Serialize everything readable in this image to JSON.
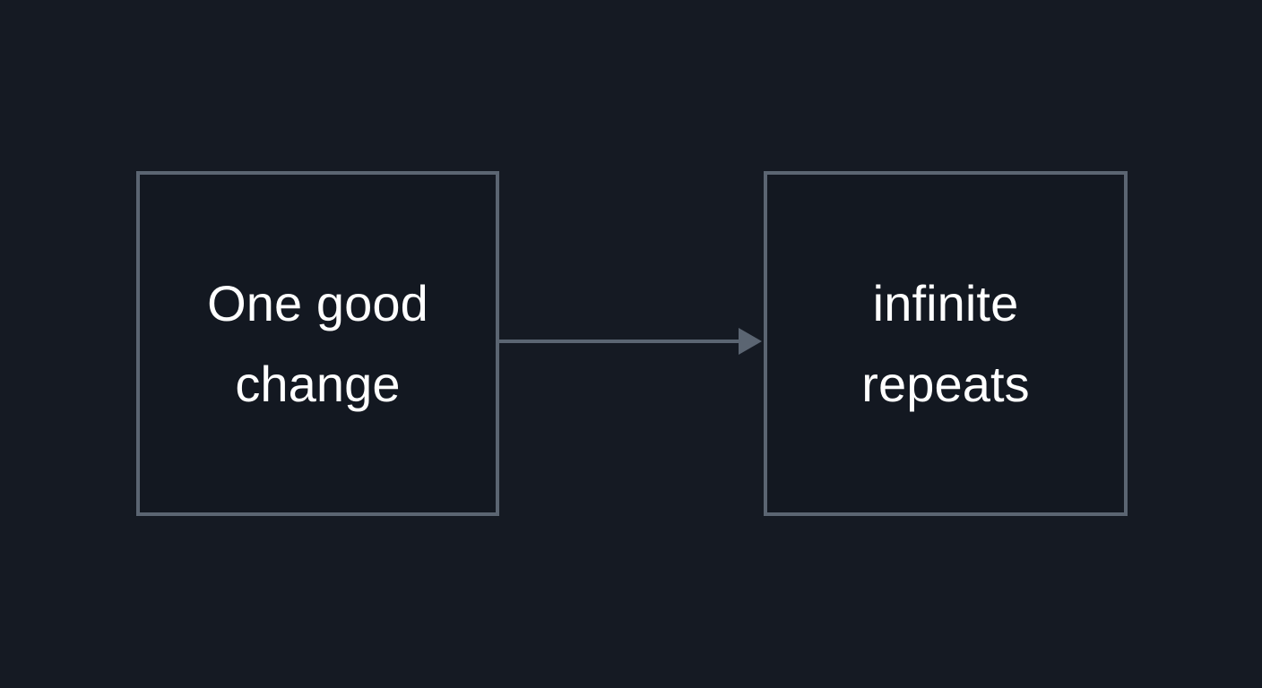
{
  "diagram": {
    "type": "flowchart",
    "direction": "left-to-right",
    "background_color": "#151a23",
    "node_border_color": "#5b6572",
    "node_fill_color": "#131821",
    "node_text_color": "#ffffff",
    "edge_color": "#5b6572",
    "nodes": [
      {
        "id": "one-good-change",
        "label": "One good change",
        "line1": "One good",
        "line2": "change",
        "shape": "rectangle"
      },
      {
        "id": "infinite-repeats",
        "label": "infinite repeats",
        "line1": "infinite",
        "line2": "repeats",
        "shape": "rectangle"
      }
    ],
    "edges": [
      {
        "id": "edge-one-good-change-to-infinite-repeats",
        "from": "one-good-change",
        "to": "infinite-repeats",
        "label": "",
        "style": "solid",
        "arrowhead": "filled-triangle"
      }
    ]
  }
}
